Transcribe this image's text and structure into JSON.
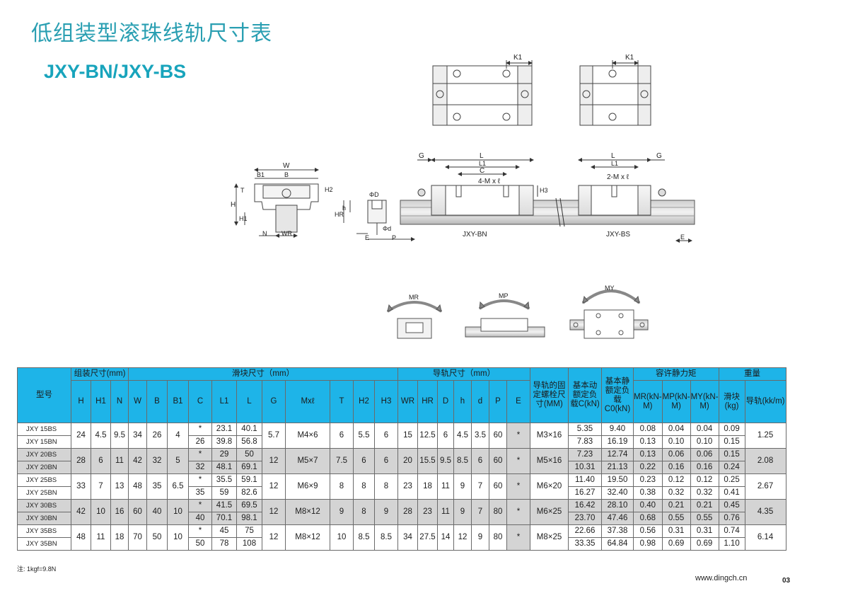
{
  "header": {
    "title": "低组装型滚珠线轨尺寸表",
    "subtitle": "JXY-BN/JXY-BS"
  },
  "drawing": {
    "labels": {
      "K1": "K1",
      "W": "W",
      "B1": "B1",
      "B": "B",
      "T": "T",
      "H2": "H2",
      "H": "H",
      "H1": "H1",
      "N": "N",
      "WR": "WR",
      "phiD": "ΦD",
      "h": "h",
      "HR": "HR",
      "phid": "Φd",
      "E": "E",
      "P": "P",
      "G": "G",
      "L": "L",
      "L1": "L1",
      "C": "C",
      "four_M": "4-M x ℓ",
      "two_M": "2-M x ℓ",
      "H3": "H3",
      "jxy_bn": "JXY-BN",
      "jxy_bs": "JXY-BS",
      "MR": "MR",
      "MP": "MP",
      "MY": "MY"
    }
  },
  "table": {
    "headers": {
      "model": "型号",
      "assembly": "组装尺寸(mm)",
      "block": "滑块尺寸（mm）",
      "rail": "导轨尺寸（mm）",
      "rail_bolt": "导轨的固定螺栓尺寸(MM)",
      "dyn_load": "基本动额定负载C(kN)",
      "stat_load": "基本静额定负载C0(kN)",
      "static_moment": "容许静力矩",
      "weight": "重量",
      "cols": [
        "H",
        "H1",
        "N",
        "W",
        "B",
        "B1",
        "C",
        "L1",
        "L",
        "G",
        "Mxℓ",
        "T",
        "H2",
        "H3",
        "WR",
        "HR",
        "D",
        "h",
        "d",
        "P",
        "E"
      ],
      "mr": "MR(kN-M)",
      "mp": "MP(kN-M)",
      "my": "MY(kN-M)",
      "block_w": "滑块(kg)",
      "rail_w": "导轨(kk/m)"
    },
    "groups": [
      {
        "H": "24",
        "H1": "4.5",
        "N": "9.5",
        "W": "34",
        "B": "26",
        "B1": "4",
        "G": "5.7",
        "M": "M4×6",
        "T": "6",
        "H2": "5.5",
        "H3": "6",
        "WR": "15",
        "HR": "12.5",
        "D": "6",
        "h": "4.5",
        "d": "3.5",
        "P": "60",
        "E": "*",
        "bolt": "M3×16",
        "rail_w": "1.25",
        "rows": [
          {
            "model": "JXY 15BS",
            "C": "*",
            "L1": "23.1",
            "L": "40.1",
            "Cd": "5.35",
            "C0": "9.40",
            "MR": "0.08",
            "MP": "0.04",
            "MY": "0.04",
            "kg": "0.09"
          },
          {
            "model": "JXY 15BN",
            "C": "26",
            "L1": "39.8",
            "L": "56.8",
            "Cd": "7.83",
            "C0": "16.19",
            "MR": "0.13",
            "MP": "0.10",
            "MY": "0.10",
            "kg": "0.15"
          }
        ]
      },
      {
        "H": "28",
        "H1": "6",
        "N": "11",
        "W": "42",
        "B": "32",
        "B1": "5",
        "G": "12",
        "M": "M5×7",
        "T": "7.5",
        "H2": "6",
        "H3": "6",
        "WR": "20",
        "HR": "15.5",
        "D": "9.5",
        "h": "8.5",
        "d": "6",
        "P": "60",
        "E": "*",
        "bolt": "M5×16",
        "rail_w": "2.08",
        "rows": [
          {
            "model": "JXY 20BS",
            "C": "*",
            "L1": "29",
            "L": "50",
            "Cd": "7.23",
            "C0": "12.74",
            "MR": "0.13",
            "MP": "0.06",
            "MY": "0.06",
            "kg": "0.15"
          },
          {
            "model": "JXY 20BN",
            "C": "32",
            "L1": "48.1",
            "L": "69.1",
            "Cd": "10.31",
            "C0": "21.13",
            "MR": "0.22",
            "MP": "0.16",
            "MY": "0.16",
            "kg": "0.24"
          }
        ]
      },
      {
        "H": "33",
        "H1": "7",
        "N": "13",
        "W": "48",
        "B": "35",
        "B1": "6.5",
        "G": "12",
        "M": "M6×9",
        "T": "8",
        "H2": "8",
        "H3": "8",
        "WR": "23",
        "HR": "18",
        "D": "11",
        "h": "9",
        "d": "7",
        "P": "60",
        "E": "*",
        "bolt": "M6×20",
        "rail_w": "2.67",
        "rows": [
          {
            "model": "JXY 25BS",
            "C": "*",
            "L1": "35.5",
            "L": "59.1",
            "Cd": "11.40",
            "C0": "19.50",
            "MR": "0.23",
            "MP": "0.12",
            "MY": "0.12",
            "kg": "0.25"
          },
          {
            "model": "JXY 25BN",
            "C": "35",
            "L1": "59",
            "L": "82.6",
            "Cd": "16.27",
            "C0": "32.40",
            "MR": "0.38",
            "MP": "0.32",
            "MY": "0.32",
            "kg": "0.41"
          }
        ]
      },
      {
        "H": "42",
        "H1": "10",
        "N": "16",
        "W": "60",
        "B": "40",
        "B1": "10",
        "G": "12",
        "M": "M8×12",
        "T": "9",
        "H2": "8",
        "H3": "9",
        "WR": "28",
        "HR": "23",
        "D": "11",
        "h": "9",
        "d": "7",
        "P": "80",
        "E": "*",
        "bolt": "M6×25",
        "rail_w": "4.35",
        "rows": [
          {
            "model": "JXY 30BS",
            "C": "*",
            "L1": "41.5",
            "L": "69.5",
            "Cd": "16.42",
            "C0": "28.10",
            "MR": "0.40",
            "MP": "0.21",
            "MY": "0.21",
            "kg": "0.45"
          },
          {
            "model": "JXY 30BN",
            "C": "40",
            "L1": "70.1",
            "L": "98.1",
            "Cd": "23.70",
            "C0": "47.46",
            "MR": "0.68",
            "MP": "0.55",
            "MY": "0.55",
            "kg": "0.76"
          }
        ]
      },
      {
        "H": "48",
        "H1": "11",
        "N": "18",
        "W": "70",
        "B": "50",
        "B1": "10",
        "G": "12",
        "M": "M8×12",
        "T": "10",
        "H2": "8.5",
        "H3": "8.5",
        "WR": "34",
        "HR": "27.5",
        "D": "14",
        "h": "12",
        "d": "9",
        "P": "80",
        "E": "*",
        "bolt": "M8×25",
        "rail_w": "6.14",
        "rows": [
          {
            "model": "JXY 35BS",
            "C": "*",
            "L1": "45",
            "L": "75",
            "Cd": "22.66",
            "C0": "37.38",
            "MR": "0.56",
            "MP": "0.31",
            "MY": "0.31",
            "kg": "0.74"
          },
          {
            "model": "JXY 35BN",
            "C": "50",
            "L1": "78",
            "L": "108",
            "Cd": "33.35",
            "C0": "64.84",
            "MR": "0.98",
            "MP": "0.69",
            "MY": "0.69",
            "kg": "1.10"
          }
        ]
      }
    ]
  },
  "footer": {
    "note": "注: 1kgf=9.8N",
    "website": "www.dingch.cn",
    "page": "03"
  },
  "colors": {
    "title": "#2a9fb2",
    "header_bg": "#1eb4e8",
    "gray_band": "#d4d4d4"
  }
}
